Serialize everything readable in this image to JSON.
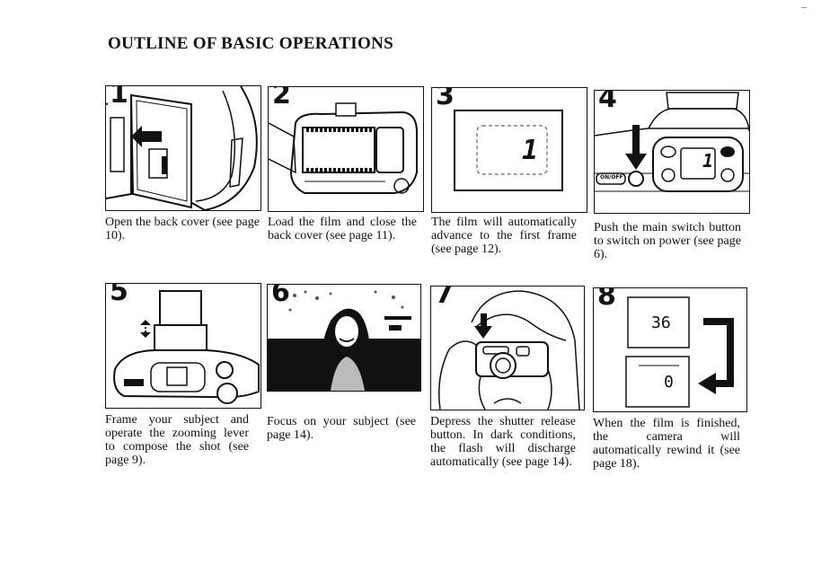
{
  "page": {
    "title": "OUTLINE OF BASIC OPERATIONS"
  },
  "steps": [
    {
      "number": "1",
      "illustration": "open-back-cover",
      "caption": "Open the back cover (see page 10)."
    },
    {
      "number": "2",
      "illustration": "load-film",
      "caption": "Load the film and close the back cover (see page 11)."
    },
    {
      "number": "3",
      "illustration": "frame-counter-display",
      "display_value": "1",
      "caption": "The film will automatically advance to the first frame (see page 12)."
    },
    {
      "number": "4",
      "illustration": "main-switch",
      "switch_label": "ON/OFF",
      "display_value": "1",
      "caption": "Push the main switch button to switch on power (see page 6)."
    },
    {
      "number": "5",
      "illustration": "zoom-lens",
      "caption": "Frame your subject and operate the zooming lever to compose the shot (see page 9)."
    },
    {
      "number": "6",
      "illustration": "photo-subject",
      "caption": "Focus on your subject (see page 14)."
    },
    {
      "number": "7",
      "illustration": "press-shutter",
      "caption": "Depress the shutter release button. In dark conditions, the flash will discharge automatically (see page 14)."
    },
    {
      "number": "8",
      "illustration": "rewind-display",
      "display_top": "36",
      "display_bottom": "0",
      "caption": "When the film is finished, the camera will automatically rewind it (see page 18)."
    }
  ]
}
